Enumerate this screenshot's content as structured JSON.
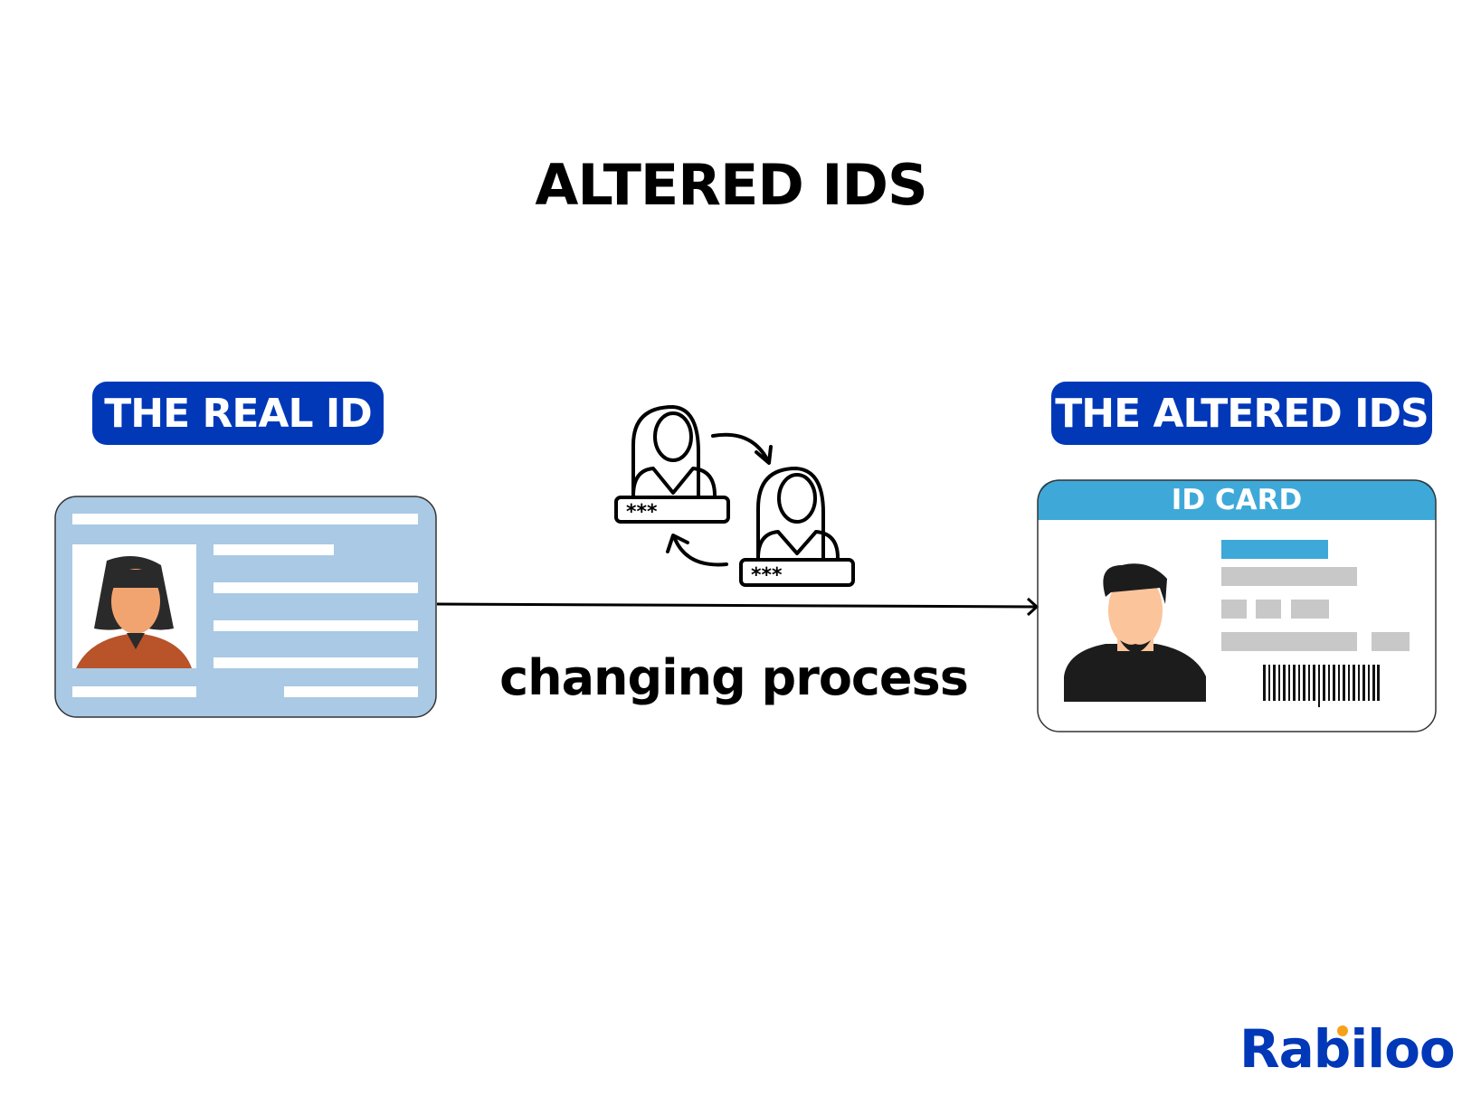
{
  "title": "ALTERED IDS",
  "left_badge": "THE REAL ID",
  "right_badge": "THE ALTERED IDS",
  "right_card_header": "ID CARD",
  "arrow_label": "changing process",
  "logo": "Rabiloo",
  "icons": {
    "left_card": "id-card-woman-icon",
    "center": "identity-swap-icon",
    "right_card": "id-card-man-icon"
  },
  "colors": {
    "badge": "#0038b8",
    "card_blue": "#a9c9e4",
    "card_header": "#3ea9d8",
    "logo_dot": "#f7a11a"
  }
}
